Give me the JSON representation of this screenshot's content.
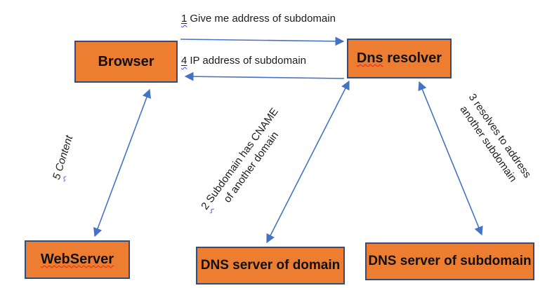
{
  "diagram": {
    "nodes": {
      "browser": {
        "label": "Browser"
      },
      "dns_resolver": {
        "label_word1": "Dns",
        "label_word2": "resolver"
      },
      "webserver": {
        "label": "WebServer"
      },
      "dns_server_domain": {
        "label": "DNS server of domain"
      },
      "dns_server_subdomain": {
        "label": "DNS server of subdomain"
      }
    },
    "edges": {
      "step1": {
        "num": "1",
        "text": "Give me address of subdomain"
      },
      "step2": {
        "num": "2",
        "line1_rest": "Subdomain has CNAME",
        "line2": "of another domain"
      },
      "step3": {
        "line1": "3 resolves to address",
        "line2": "another subdomain"
      },
      "step4": {
        "num": "4",
        "text": "IP address of subdomain"
      },
      "step5": {
        "num": "5",
        "text": "Content"
      }
    },
    "colors": {
      "node_fill": "#ED7D31",
      "node_border": "#2F4E7D",
      "arrow": "#4472C4",
      "spellcheck_red": "#E5261F",
      "grammar_blue": "#4053D8",
      "text": "#1A1A1A",
      "background": "#FFFFFF"
    }
  }
}
